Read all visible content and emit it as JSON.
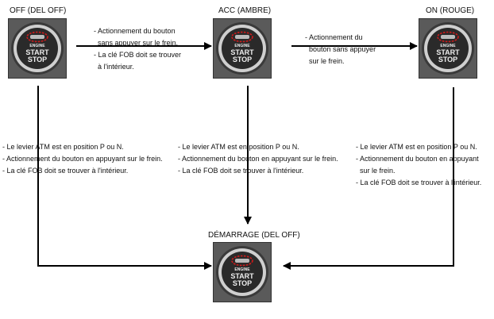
{
  "states": {
    "off": "OFF (DEL OFF)",
    "acc": "ACC (AMBRE)",
    "on": "ON (ROUGE)",
    "start": "DÉMARRAGE (DEL OFF)"
  },
  "button": {
    "line1": "ENGINE",
    "line2": "START",
    "line3": "STOP"
  },
  "notes": {
    "off_to_acc": [
      "- Actionnement du bouton",
      "  sans appuyer sur le frein.",
      "- La clé FOB doit se trouver",
      "  à l'intérieur."
    ],
    "acc_to_on": [
      "- Actionnement du",
      "  bouton sans appuyer",
      "  sur le frein."
    ],
    "off_to_start": [
      "- Le levier ATM est en position P ou N.",
      "- Actionnement du bouton en appuyant sur le frein.",
      "- La clé FOB doit se trouver à l'intérieur."
    ],
    "acc_to_start": [
      "- Le levier ATM est en position P ou N.",
      "- Actionnement du bouton en appuyant sur le frein.",
      "- La clé FOB doit se trouver à l'intérieur."
    ],
    "on_to_start": [
      "- Le levier ATM est en position P ou N.",
      "- Actionnement du bouton en appuyant",
      "  sur le frein.",
      "- La clé FOB doit se trouver à l'intérieur."
    ]
  },
  "colors": {
    "led_ring": "#d21a1a",
    "button_bg": "#4d4d4d"
  }
}
